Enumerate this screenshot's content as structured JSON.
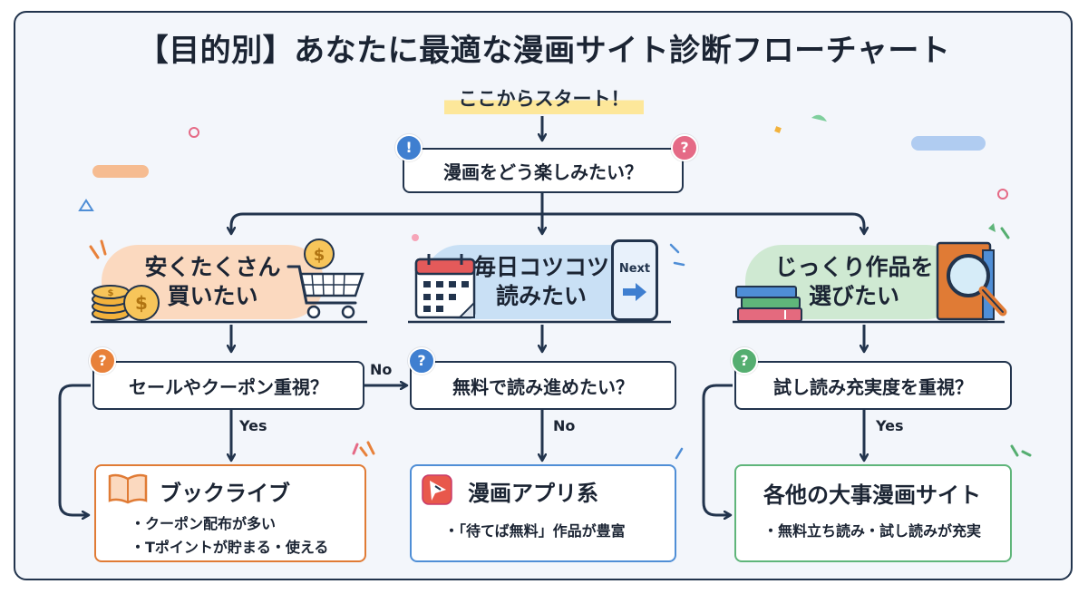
{
  "title": "【目的別】あなたに最適な漫画サイト診断フローチャート",
  "start": "ここからスタート！",
  "root_question": "漫画をどう楽しみたい？",
  "root_badges": [
    "!",
    "?"
  ],
  "branches": [
    {
      "category": "安くたくさん\n買いたい",
      "question": "セール やクーポン重視？",
      "question_text": "セールやクーポン重視？",
      "answer_label": "Yes",
      "result": {
        "title": "ブックライブ",
        "lines": [
          "・クーポン配布が多い",
          "・Tポイントが貯まる・使える"
        ]
      }
    },
    {
      "category": "毎日コツコツ\n読みたい",
      "question_text": "無料で読み進めたい？",
      "answer_label": "No",
      "phone_label": "Next",
      "result": {
        "title": "漫画アプリ系",
        "lines": [
          "・「待てば無料」作品が豊富"
        ]
      }
    },
    {
      "category": "じっくり作品を\n選びたい",
      "question_text": "試し読み充実度を重視？",
      "answer_label": "Yes",
      "result": {
        "title": "各他の大事漫画サイト",
        "lines": [
          "・無料立ち読み・試し読みが充実"
        ]
      }
    }
  ],
  "cross_label": "No",
  "question_badge": "?",
  "colors": {
    "frame": "#22344d",
    "background": "#f3f6fb",
    "branch1_pill": "#fbd9bf",
    "branch2_pill": "#c9e0f5",
    "branch3_pill": "#cfe9d2",
    "result1_border": "#e07b35",
    "result2_border": "#4f8ed6",
    "result3_border": "#5fb57a",
    "badge_orange": "#e8813a",
    "badge_blue": "#3f7fd0",
    "badge_green": "#55ae70",
    "badge_pink": "#e56a86",
    "highlight": "#fde79a"
  },
  "icons": [
    "coins-icon",
    "shopping-cart-icon",
    "calendar-icon",
    "phone-next-icon",
    "books-icon",
    "magnifier-icon",
    "open-book-icon",
    "manga-app-icon"
  ]
}
